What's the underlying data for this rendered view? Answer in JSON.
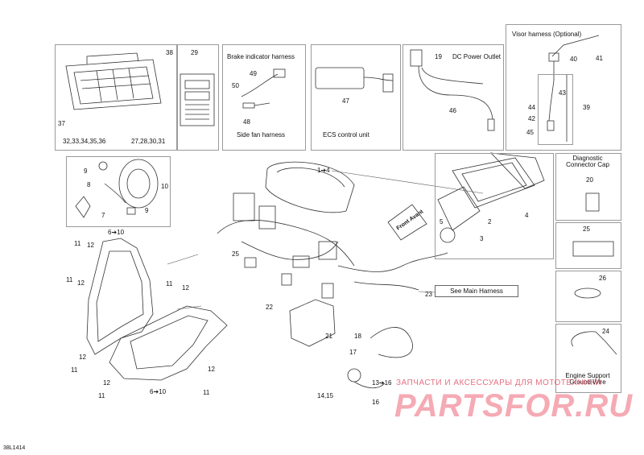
{
  "boxes": {
    "brake": {
      "title": "Brake indicator harness",
      "sub": "Side fan harness"
    },
    "ecs": {
      "title": "ECS control unit"
    },
    "dc": {
      "title": "DC Power Outlet"
    },
    "visor": {
      "title": "Visor harness (Optional)"
    },
    "diag": {
      "title": "Diagnostic Connector Cap"
    },
    "engine": {
      "title": "Engine Support Ground Wire"
    }
  },
  "main_harness_label": "See Main Harness",
  "front_label": "Front Avant",
  "drawing_code": "38L1414",
  "watermark": {
    "line1": "ЗАПЧАСТИ И АКСЕССУАРЫ ДЛЯ МОТОТЕХНИКИ",
    "line2": "PARTSFOR.RU"
  },
  "callouts": {
    "c38": "38",
    "c29": "29",
    "c37": "37",
    "c32_36": "32,33,34,35,36",
    "c27_31": "27,28,30,31",
    "c49": "49",
    "c50": "50",
    "c48": "48",
    "c47": "47",
    "c19": "19",
    "c46": "46",
    "c40": "40",
    "c41": "41",
    "c43": "43",
    "c44": "44",
    "c42": "42",
    "c45": "45",
    "c39": "39",
    "c1_4": "1➔4",
    "c4": "4",
    "c2": "2",
    "c3": "3",
    "c5": "5",
    "c20": "20",
    "c25": "25",
    "c26": "26",
    "c24": "24",
    "c9a": "9",
    "c9b": "9",
    "c10": "10",
    "c8": "8",
    "c7": "7",
    "c6_10a": "6➔10",
    "c11a": "11",
    "c12a": "12",
    "c11b": "11",
    "c12b": "12",
    "c11c": "11",
    "c12c": "12",
    "c12d": "12",
    "c11d": "11",
    "c12e": "12",
    "c11e": "11",
    "c12f": "12",
    "c11f": "11",
    "c6_10b": "6➔10",
    "c25b": "25",
    "c22": "22",
    "c21": "21",
    "c23": "23",
    "c18": "18",
    "c17": "17",
    "c13_16": "13➔16",
    "c14_15": "14,15",
    "c16": "16"
  }
}
